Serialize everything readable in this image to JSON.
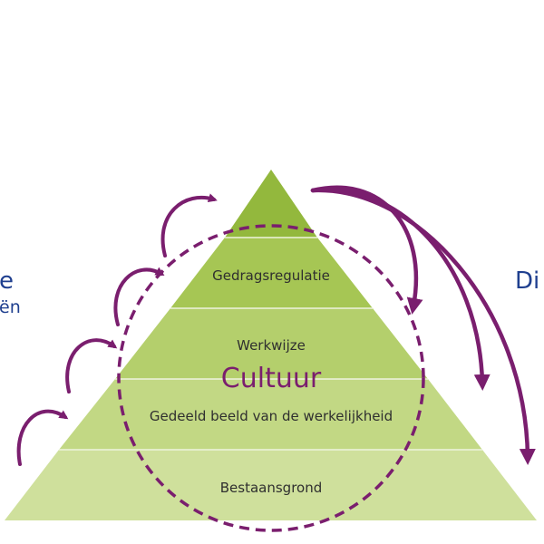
{
  "colors": {
    "tip": "#93b83d",
    "layer1": "#a6c654",
    "layer2": "#b4cf6c",
    "layer3": "#c2d884",
    "layer4": "#cfe09c",
    "separator": "#eef4dd",
    "accent": "#7a1e6e",
    "side_text": "#1f3f8f"
  },
  "pyramid": {
    "layers": [
      {
        "label": "Gedragsregulatie"
      },
      {
        "label": "Werkwijze"
      },
      {
        "label": "Gedeeld beeld van de werkelijkheid"
      },
      {
        "label": "Bestaansgrond"
      }
    ]
  },
  "center_label": "Cultuur",
  "left_side": {
    "line1": "e",
    "line2": "ën"
  },
  "right_side": {
    "line1": "Di"
  }
}
